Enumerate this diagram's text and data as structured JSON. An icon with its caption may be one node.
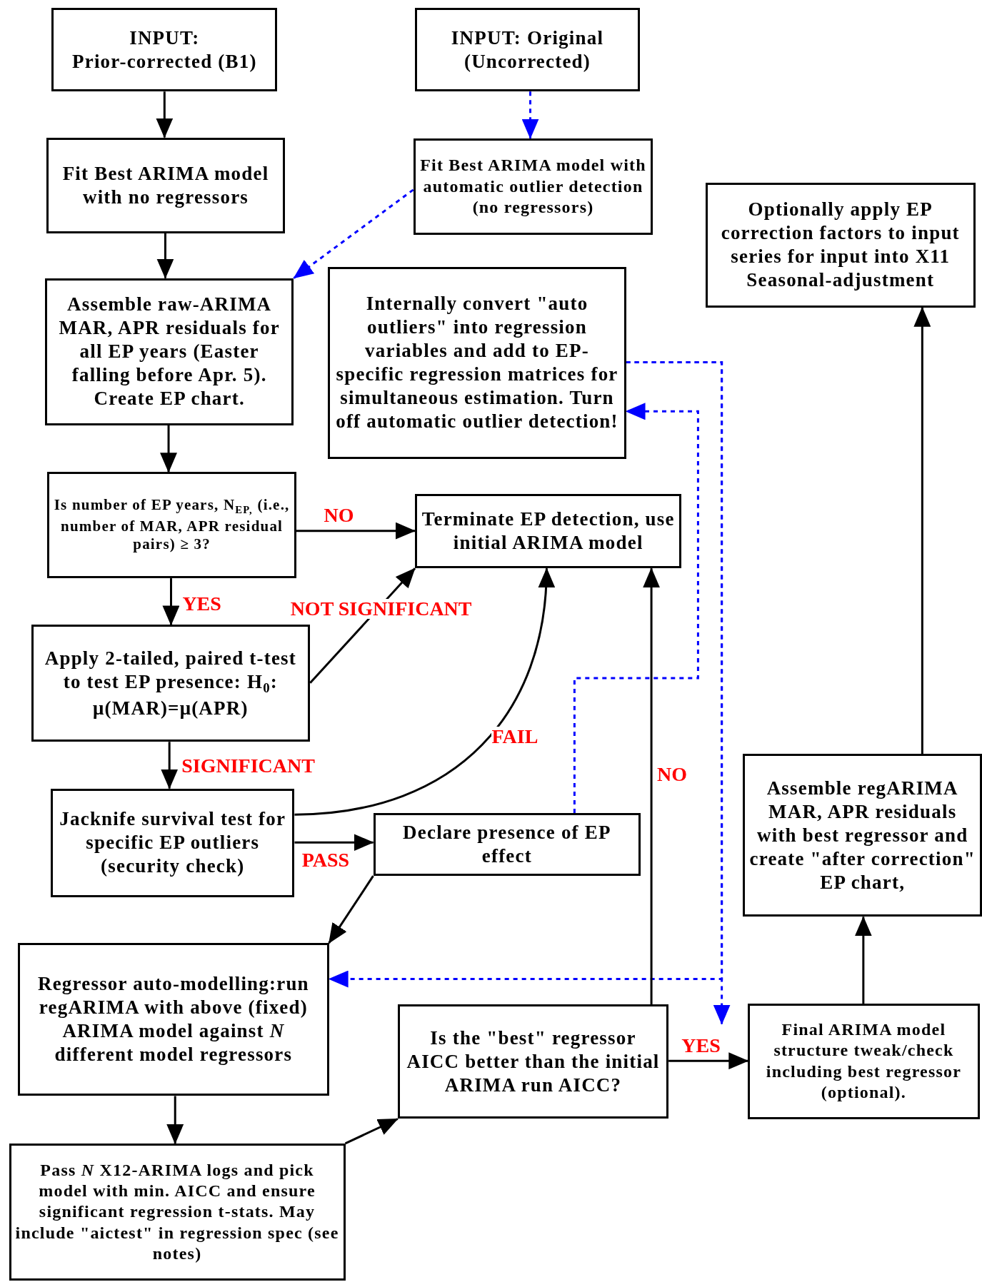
{
  "diagram": {
    "nodes": [
      {
        "text": [
          "**INPUT:**",
          "Prior-corrected (B1)"
        ]
      },
      {
        "text": [
          "**INPUT:** Original (Uncorrected)"
        ]
      },
      {
        "text": [
          "Fit Best ARIMA model with **no** regressors"
        ]
      },
      {
        "text": [
          "Fit Best ARIMA model **with automatic outlier detection** (no regressors)"
        ]
      },
      {
        "text": [
          "Optionally apply EP correction factors to input series for input into X11 Seasonal-adjustment"
        ]
      },
      {
        "text": [
          "Assemble raw-ARIMA MAR, APR residuals for all EP years (Easter falling before Apr. 5). Create EP chart."
        ]
      },
      {
        "text": [
          "Internally convert \"auto outliers\" into regression variables and add to EP-specific regression matrices for simultaneous estimation. Turn off automatic outlier detection!"
        ]
      },
      {
        "text": [
          "Is number of EP years, N$_{EP,}$ (i.e., number of MAR, APR residual pairs) ≥ 3?"
        ]
      },
      {
        "text": [
          "Terminate EP detection, use initial ARIMA model"
        ]
      },
      {
        "text": [
          "Apply 2-tailed, paired t-test to test EP presence: H$_{0}$: μ(MAR)=μ(APR)"
        ]
      },
      {
        "text": [
          "Jacknife survival test for specific EP outliers (security check)"
        ]
      },
      {
        "text": [
          "Declare presence of EP effect"
        ]
      },
      {
        "text": [
          "**Regressor auto-modelling**:run regARIMA with above (fixed) ARIMA model against *N* different model regressors"
        ]
      },
      {
        "text": [
          "Assemble regARIMA MAR, APR residuals with best regressor and create \"after correction\" EP chart,"
        ]
      },
      {
        "text": [
          "Is the \"best\" regressor AICC better than the initial ARIMA run AICC?"
        ]
      },
      {
        "text": [
          "Final ARIMA model structure tweak/check including best regressor (optional)."
        ]
      },
      {
        "text": [
          "Pass *N* X12-ARIMA logs and pick model with min. AICC and ensure significant regression t-stats. May include \"aictest\" in regression spec (see notes)"
        ]
      }
    ],
    "edges": [
      {
        "from": 0,
        "to": 2,
        "arrow": "to"
      },
      {
        "from": 1,
        "to": 3,
        "arrow": "to",
        "style": "dashed",
        "color": "#0000ff"
      },
      {
        "from": 2,
        "to": 5,
        "arrow": "to"
      },
      {
        "from": 3,
        "to": 5,
        "arrow": "to",
        "style": "dashed",
        "color": "#0000ff"
      },
      {
        "from": 5,
        "to": 7,
        "arrow": "to"
      },
      {
        "from": 7,
        "to": 8,
        "arrow": "to",
        "label": "NO"
      },
      {
        "from": 7,
        "to": 9,
        "arrow": "to",
        "label": "YES"
      },
      {
        "from": 9,
        "to": 8,
        "arrow": "to",
        "label": "NOT SIGNIFICANT"
      },
      {
        "from": 9,
        "to": 10,
        "arrow": "to",
        "label": "SIGNIFICANT"
      },
      {
        "from": 10,
        "to": 8,
        "arrow": "to",
        "label": "FAIL"
      },
      {
        "from": 10,
        "to": 11,
        "arrow": "to",
        "label": "PASS"
      },
      {
        "from": 11,
        "to": 12,
        "arrow": "to"
      },
      {
        "from": 11,
        "to": 6,
        "arrow": "to",
        "style": "dashed",
        "color": "#0000ff"
      },
      {
        "from": 6,
        "to": 12,
        "arrow": "to",
        "style": "dashed",
        "color": "#0000ff"
      },
      {
        "from": 6,
        "to": 15,
        "arrow": "to",
        "style": "dashed",
        "color": "#0000ff"
      },
      {
        "from": 12,
        "to": 16,
        "arrow": "to"
      },
      {
        "from": 16,
        "to": 14,
        "arrow": "to"
      },
      {
        "from": 14,
        "to": 8,
        "arrow": "to",
        "label": "NO"
      },
      {
        "from": 14,
        "to": 15,
        "arrow": "to",
        "label": "YES"
      },
      {
        "from": 15,
        "to": 13,
        "arrow": "to"
      },
      {
        "from": 13,
        "to": 4,
        "arrow": "to"
      }
    ]
  }
}
